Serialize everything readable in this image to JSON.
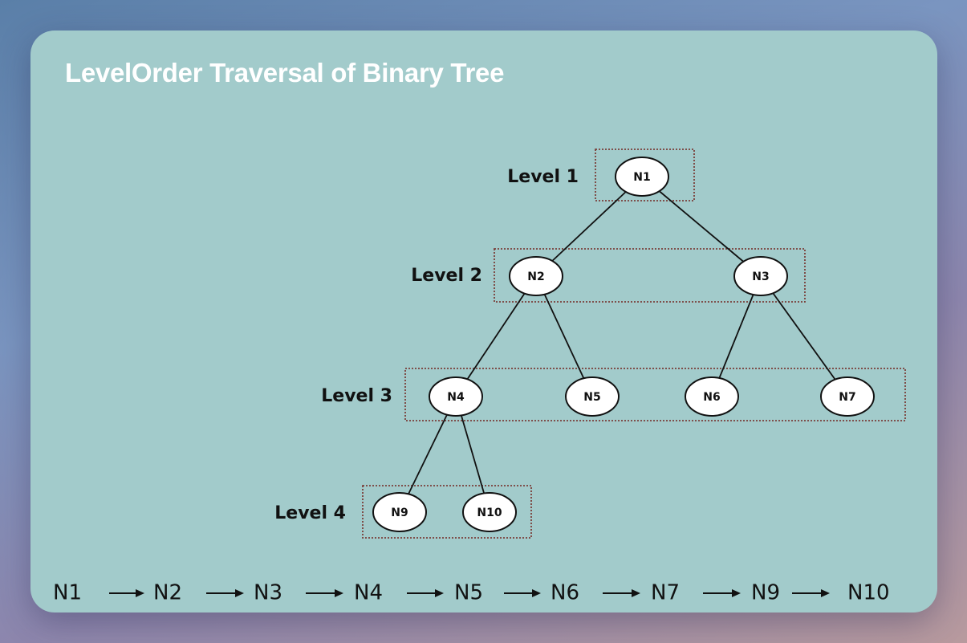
{
  "title": "LevelOrder Traversal of Binary Tree",
  "levels": [
    {
      "label": "Level 1"
    },
    {
      "label": "Level 2"
    },
    {
      "label": "Level 3"
    },
    {
      "label": "Level 4"
    }
  ],
  "nodes": [
    {
      "id": "N1",
      "label": "N1"
    },
    {
      "id": "N2",
      "label": "N2"
    },
    {
      "id": "N3",
      "label": "N3"
    },
    {
      "id": "N4",
      "label": "N4"
    },
    {
      "id": "N5",
      "label": "N5"
    },
    {
      "id": "N6",
      "label": "N6"
    },
    {
      "id": "N7",
      "label": "N7"
    },
    {
      "id": "N9",
      "label": "N9"
    },
    {
      "id": "N10",
      "label": "N10"
    }
  ],
  "edges": [
    [
      "N1",
      "N2"
    ],
    [
      "N1",
      "N3"
    ],
    [
      "N2",
      "N4"
    ],
    [
      "N2",
      "N5"
    ],
    [
      "N3",
      "N6"
    ],
    [
      "N3",
      "N7"
    ],
    [
      "N4",
      "N9"
    ],
    [
      "N4",
      "N10"
    ]
  ],
  "traversal": [
    "N1",
    "N2",
    "N3",
    "N4",
    "N5",
    "N6",
    "N7",
    "N9",
    "N10"
  ],
  "colors": {
    "card": "#a2cbcb",
    "level_box": "#7a3f3a",
    "node_fill": "#ffffff",
    "stroke": "#111111"
  }
}
